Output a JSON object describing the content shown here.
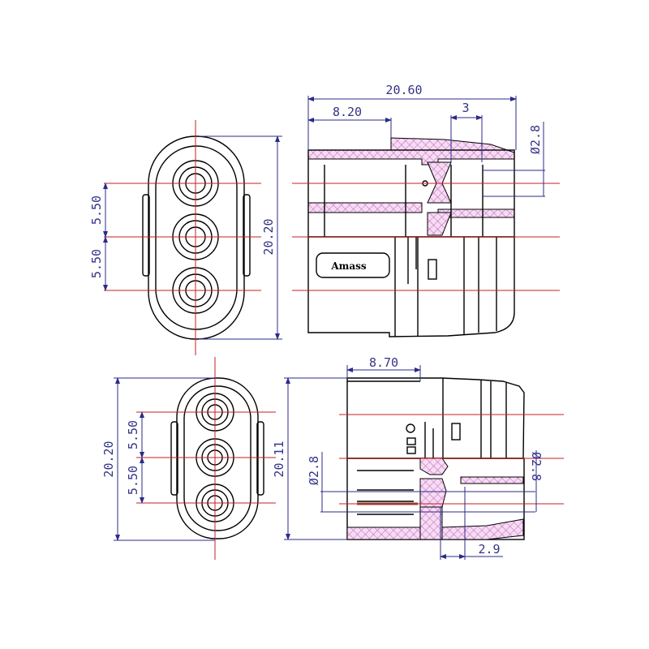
{
  "drawing": {
    "logo_text": "Amass",
    "top_front_view": {
      "height": "20.20",
      "pitch_upper": "5.50",
      "pitch_lower": "5.50"
    },
    "top_side_view": {
      "length": "20.60",
      "body": "8.20",
      "pin_depth": "3",
      "pin_diameter": "Ø2.8"
    },
    "bottom_front_view": {
      "height": "20.20",
      "pitch_upper": "5.50",
      "pitch_lower": "5.50"
    },
    "bottom_side_view": {
      "height": "20.11",
      "body": "8.70",
      "pin_diameter_left": "Ø2.8",
      "pin_diameter_right": "Ø2.8",
      "pin_depth": "2.9"
    },
    "colors": {
      "centerline": "#c62020",
      "dimension": "#2b2b8a",
      "section_hatch": "#c060c0"
    }
  }
}
